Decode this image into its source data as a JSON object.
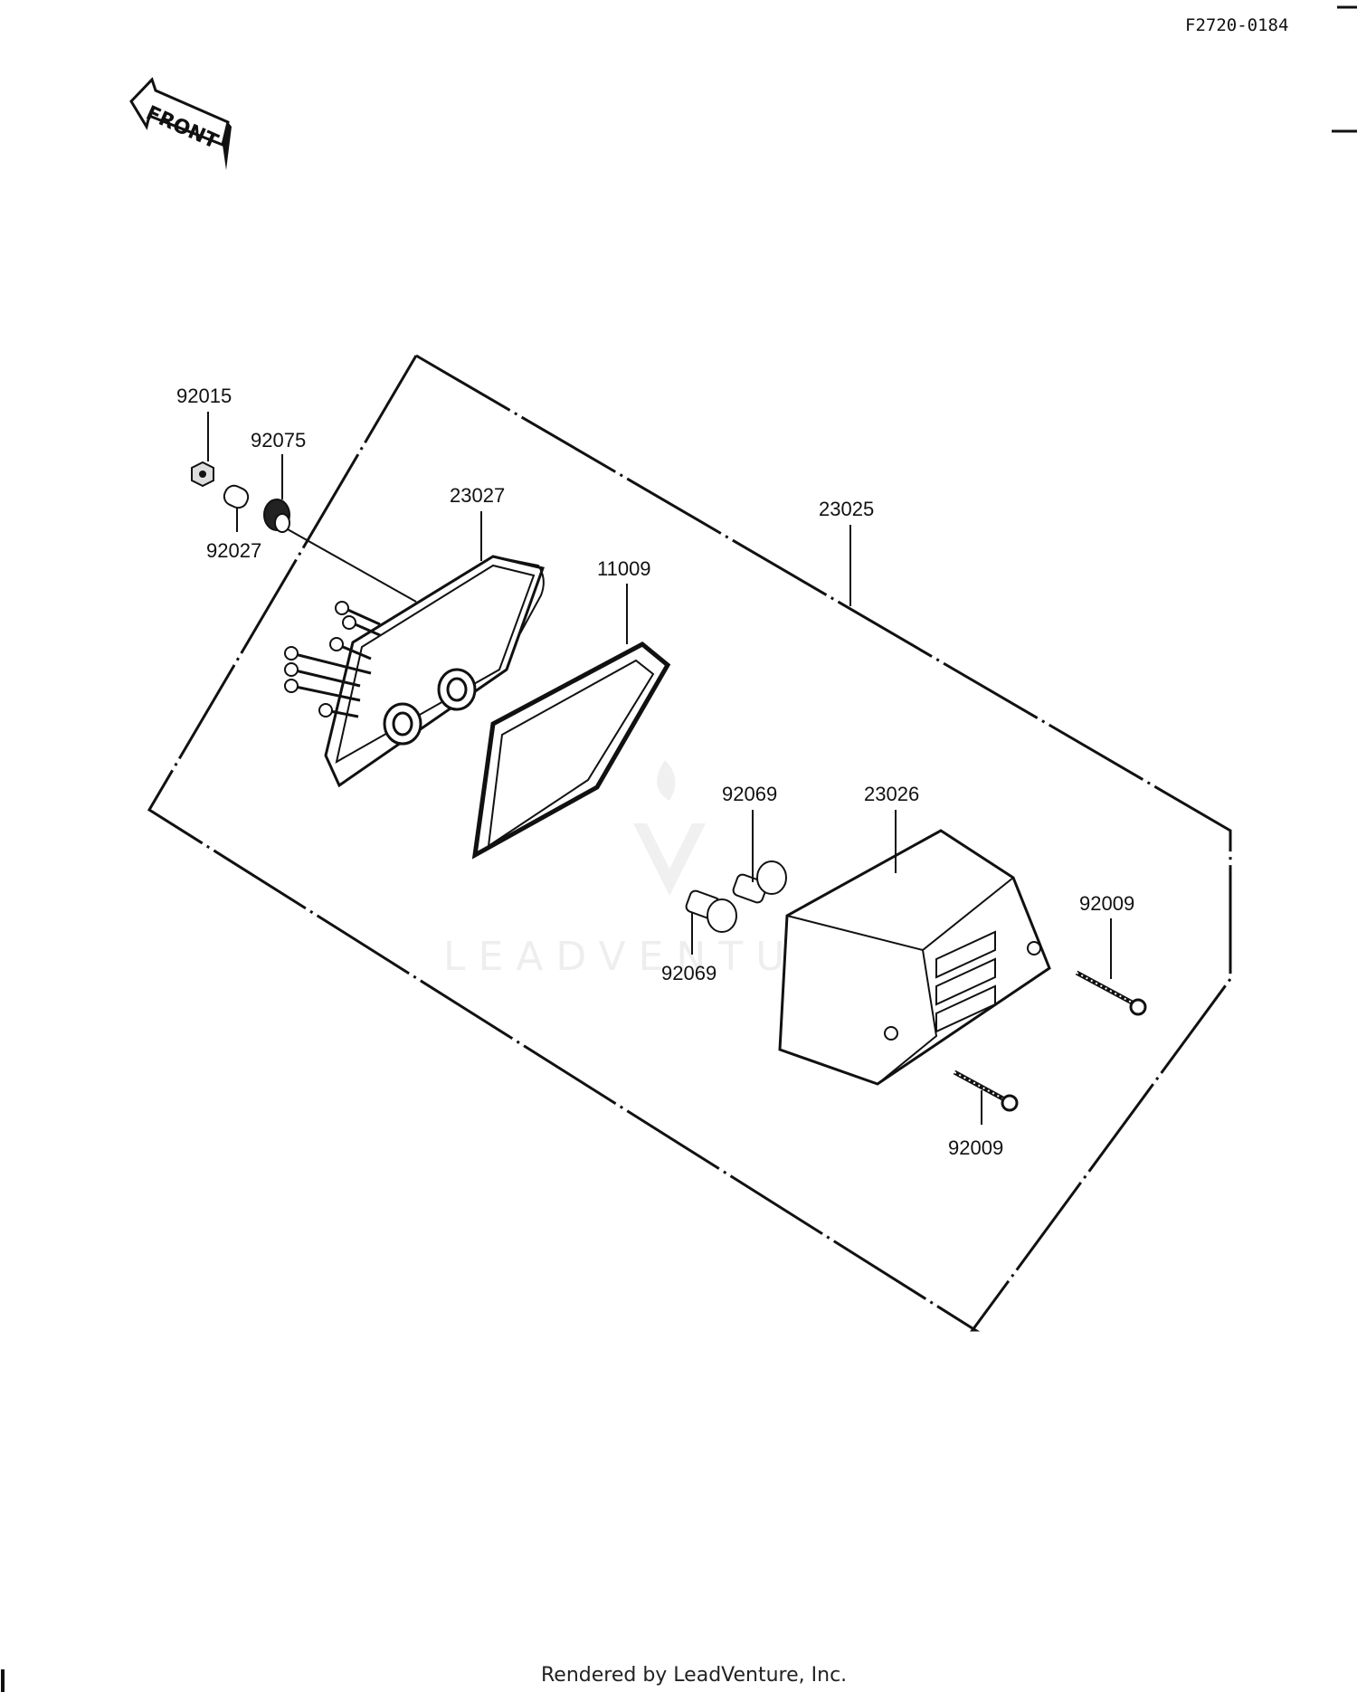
{
  "drawing_code": "F2720-0184",
  "front_arrow": {
    "label": "FRONT",
    "icon": "front-arrow-icon"
  },
  "watermark": "LEADVENTURE",
  "footer": "Rendered by LeadVenture, Inc.",
  "callouts": {
    "nut": "92015",
    "grommet": "92075",
    "collar": "92027",
    "base": "23027",
    "assembly": "23025",
    "gasket": "11009",
    "bulb_upper": "92069",
    "bulb_lower": "92069",
    "lens": "23026",
    "screw_right": "92009",
    "screw_bottom": "92009"
  }
}
